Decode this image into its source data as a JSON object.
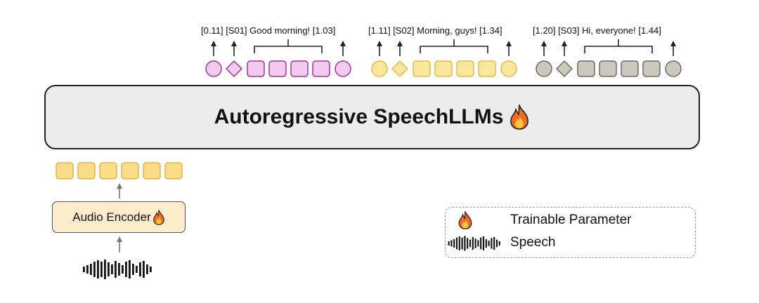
{
  "title": "Autoregressive SpeechLLMs",
  "encoder": {
    "label": "Audio Encoder"
  },
  "segments": [
    {
      "timestamp_start": "[0.11]",
      "speaker": "[S01]",
      "text": "Good morning!",
      "timestamp_end": "[1.03]",
      "color": "#f4c9ef",
      "stroke": "#a0379a"
    },
    {
      "timestamp_start": "[1.11]",
      "speaker": "[S02]",
      "text": "Morning, guys!",
      "timestamp_end": "[1.34]",
      "color": "#fbe69b",
      "stroke": "#e2bb4c"
    },
    {
      "timestamp_start": "[1.20]",
      "speaker": "[S03]",
      "text": "Hi, everyone!",
      "timestamp_end": "[1.44]",
      "color": "#cdc8bd",
      "stroke": "#6c6a64"
    }
  ],
  "input_token_color": "#fbdc88",
  "input_token_stroke": "#e6b53e",
  "legend": {
    "items": [
      {
        "icon": "flame-icon",
        "label": "Trainable Parameter"
      },
      {
        "icon": "waveform-icon",
        "label": "Speech"
      }
    ]
  }
}
